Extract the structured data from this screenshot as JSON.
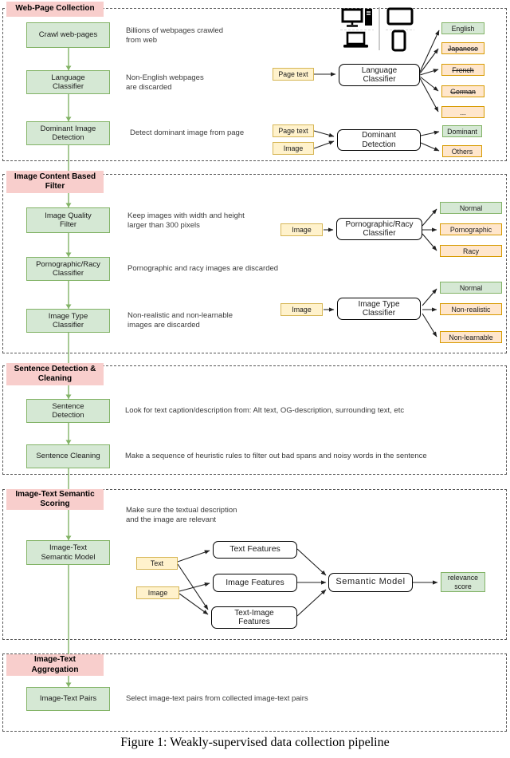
{
  "caption": "Figure 1: Weakly-supervised data collection pipeline",
  "colors": {
    "keep_fill": "#d5e8d4",
    "keep_border": "#82b366",
    "header_fill": "#f8cecc",
    "input_fill": "#fff2cc",
    "input_border": "#d6b656",
    "reject_fill": "#ffe6cc",
    "reject_border": "#d79b00",
    "flow_line": "#82b366"
  },
  "icons": {
    "devices": [
      "desktop-computer-icon",
      "tablet-icon",
      "laptop-icon",
      "smartphone-icon"
    ]
  },
  "sections": [
    {
      "title": "Web-Page Collection",
      "steps": [
        {
          "label": "Crawl web-pages",
          "desc": "Billions of webpages crawled\nfrom web"
        },
        {
          "label": "Language\nClassifier",
          "desc": "Non-English webpages\nare discarded"
        },
        {
          "label": "Dominant Image\nDetection",
          "desc": "Detect dominant image from page"
        }
      ],
      "flows": [
        {
          "inputs": [
            "Page text"
          ],
          "model": "Language\nClassifier",
          "outputs": [
            {
              "label": "English",
              "tone": "green",
              "struck": false
            },
            {
              "label": "Japanese",
              "tone": "orange",
              "struck": true
            },
            {
              "label": "French",
              "tone": "orange",
              "struck": true
            },
            {
              "label": "German",
              "tone": "orange",
              "struck": true
            },
            {
              "label": "...",
              "tone": "orange",
              "struck": false
            }
          ]
        },
        {
          "inputs": [
            "Page text",
            "Image"
          ],
          "model": "Dominant\nDetection",
          "outputs": [
            {
              "label": "Dominant",
              "tone": "green",
              "struck": false
            },
            {
              "label": "Others",
              "tone": "orange",
              "struck": false
            }
          ]
        }
      ]
    },
    {
      "title": "Image Content Based\nFilter",
      "steps": [
        {
          "label": "Image Quality\nFilter",
          "desc": "Keep images with width and height\nlarger than 300 pixels"
        },
        {
          "label": "Pornographic/Racy\nClassifier",
          "desc": "Pornographic and racy images are discarded"
        },
        {
          "label": "Image Type\nClassifier",
          "desc": "Non-realistic and non-learnable\nimages are discarded"
        }
      ],
      "flows": [
        {
          "inputs": [
            "Image"
          ],
          "model": "Pornographic/Racy\nClassifier",
          "outputs": [
            {
              "label": "Normal",
              "tone": "green",
              "struck": false
            },
            {
              "label": "Pornographic",
              "tone": "orange",
              "struck": false
            },
            {
              "label": "Racy",
              "tone": "orange",
              "struck": false
            }
          ]
        },
        {
          "inputs": [
            "Image"
          ],
          "model": "Image Type\nClassifier",
          "outputs": [
            {
              "label": "Normal",
              "tone": "green",
              "struck": false
            },
            {
              "label": "Non-realistic",
              "tone": "orange",
              "struck": false
            },
            {
              "label": "Non-learnable",
              "tone": "orange",
              "struck": false
            }
          ]
        }
      ]
    },
    {
      "title": "Sentence Detection &\nCleaning",
      "steps": [
        {
          "label": "Sentence\nDetection",
          "desc": "Look for text caption/description from: Alt text, OG-description, surrounding text, etc"
        },
        {
          "label": "Sentence Cleaning",
          "desc": "Make a sequence of heuristic rules to filter out bad spans and noisy words in the sentence"
        }
      ]
    },
    {
      "title": "Image-Text Semantic\nScoring",
      "note": "Make sure the textual description\nand the image are relevant",
      "steps": [
        {
          "label": "Image-Text\nSemantic Model"
        }
      ],
      "flow": {
        "inputs": [
          "Text",
          "Image"
        ],
        "features": [
          "Text Features",
          "Image Features",
          "Text-Image\nFeatures"
        ],
        "model": "Semantic Model",
        "output": "relevance\nscore"
      }
    },
    {
      "title": "Image-Text\nAggregation",
      "steps": [
        {
          "label": "Image-Text Pairs",
          "desc": "Select image-text pairs from collected image-text pairs"
        }
      ]
    }
  ]
}
